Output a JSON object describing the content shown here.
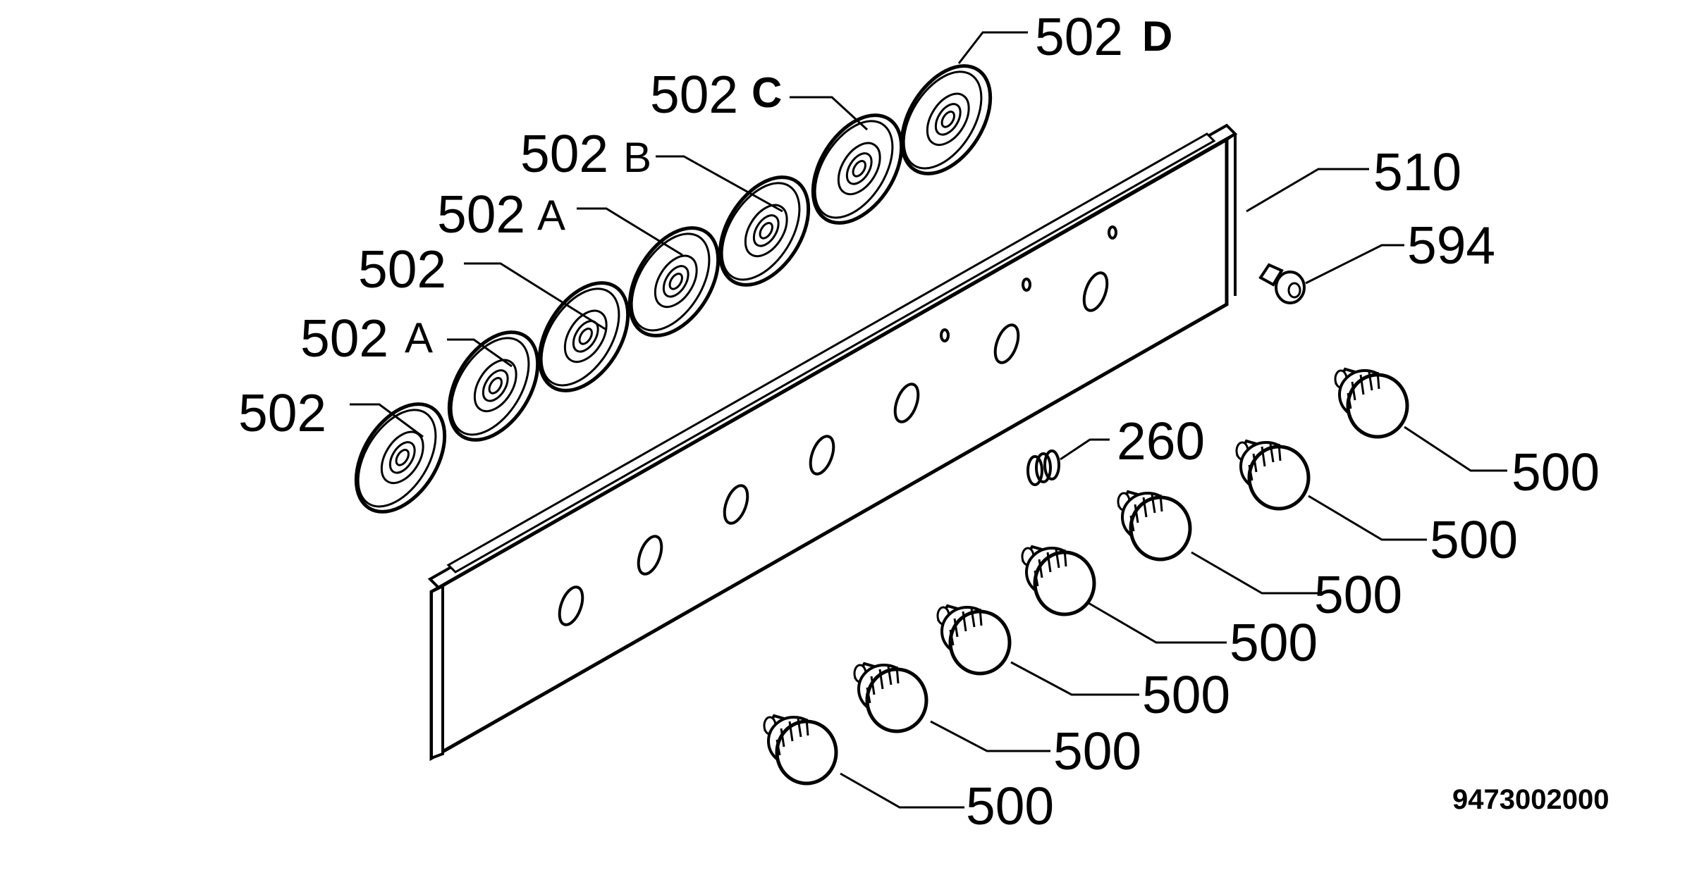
{
  "diagram": {
    "reference_number": "9473002000",
    "labels": {
      "panel": "510",
      "screw": "594",
      "spring": "260",
      "knob": "500",
      "disc_number": "502",
      "disc_suffix_a": "A",
      "disc_suffix_b": "B",
      "disc_suffix_c": "C",
      "disc_suffix_d": "D"
    }
  }
}
